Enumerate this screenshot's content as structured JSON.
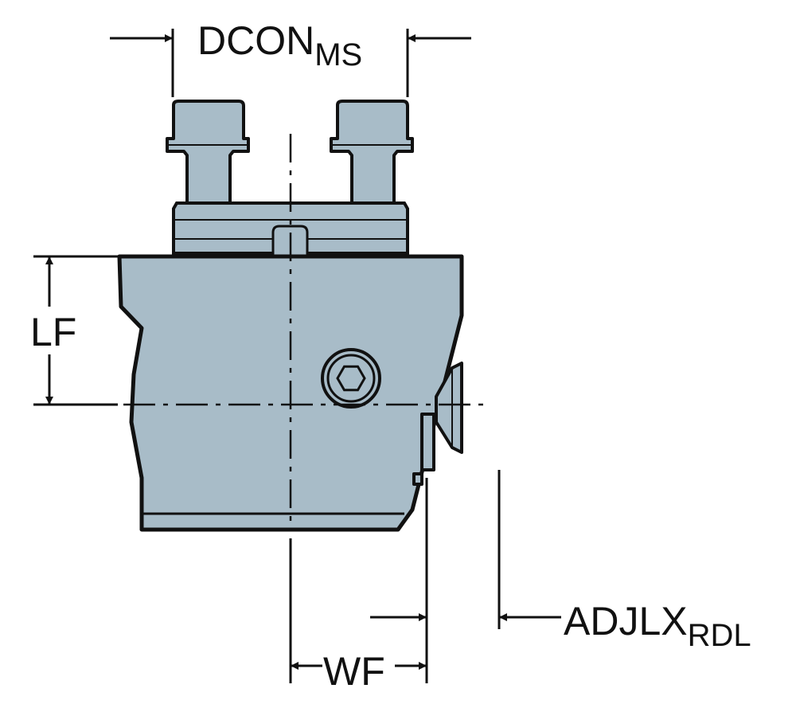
{
  "colors": {
    "part_fill": "#a8bcc8",
    "outline": "#111111",
    "background": "#ffffff"
  },
  "labels": {
    "dcon": {
      "main": "DCON",
      "sub": "MS"
    },
    "lf": {
      "main": "LF"
    },
    "wf": {
      "main": "WF"
    },
    "adjlx": {
      "main": "ADJLX",
      "sub": "RDL"
    }
  }
}
